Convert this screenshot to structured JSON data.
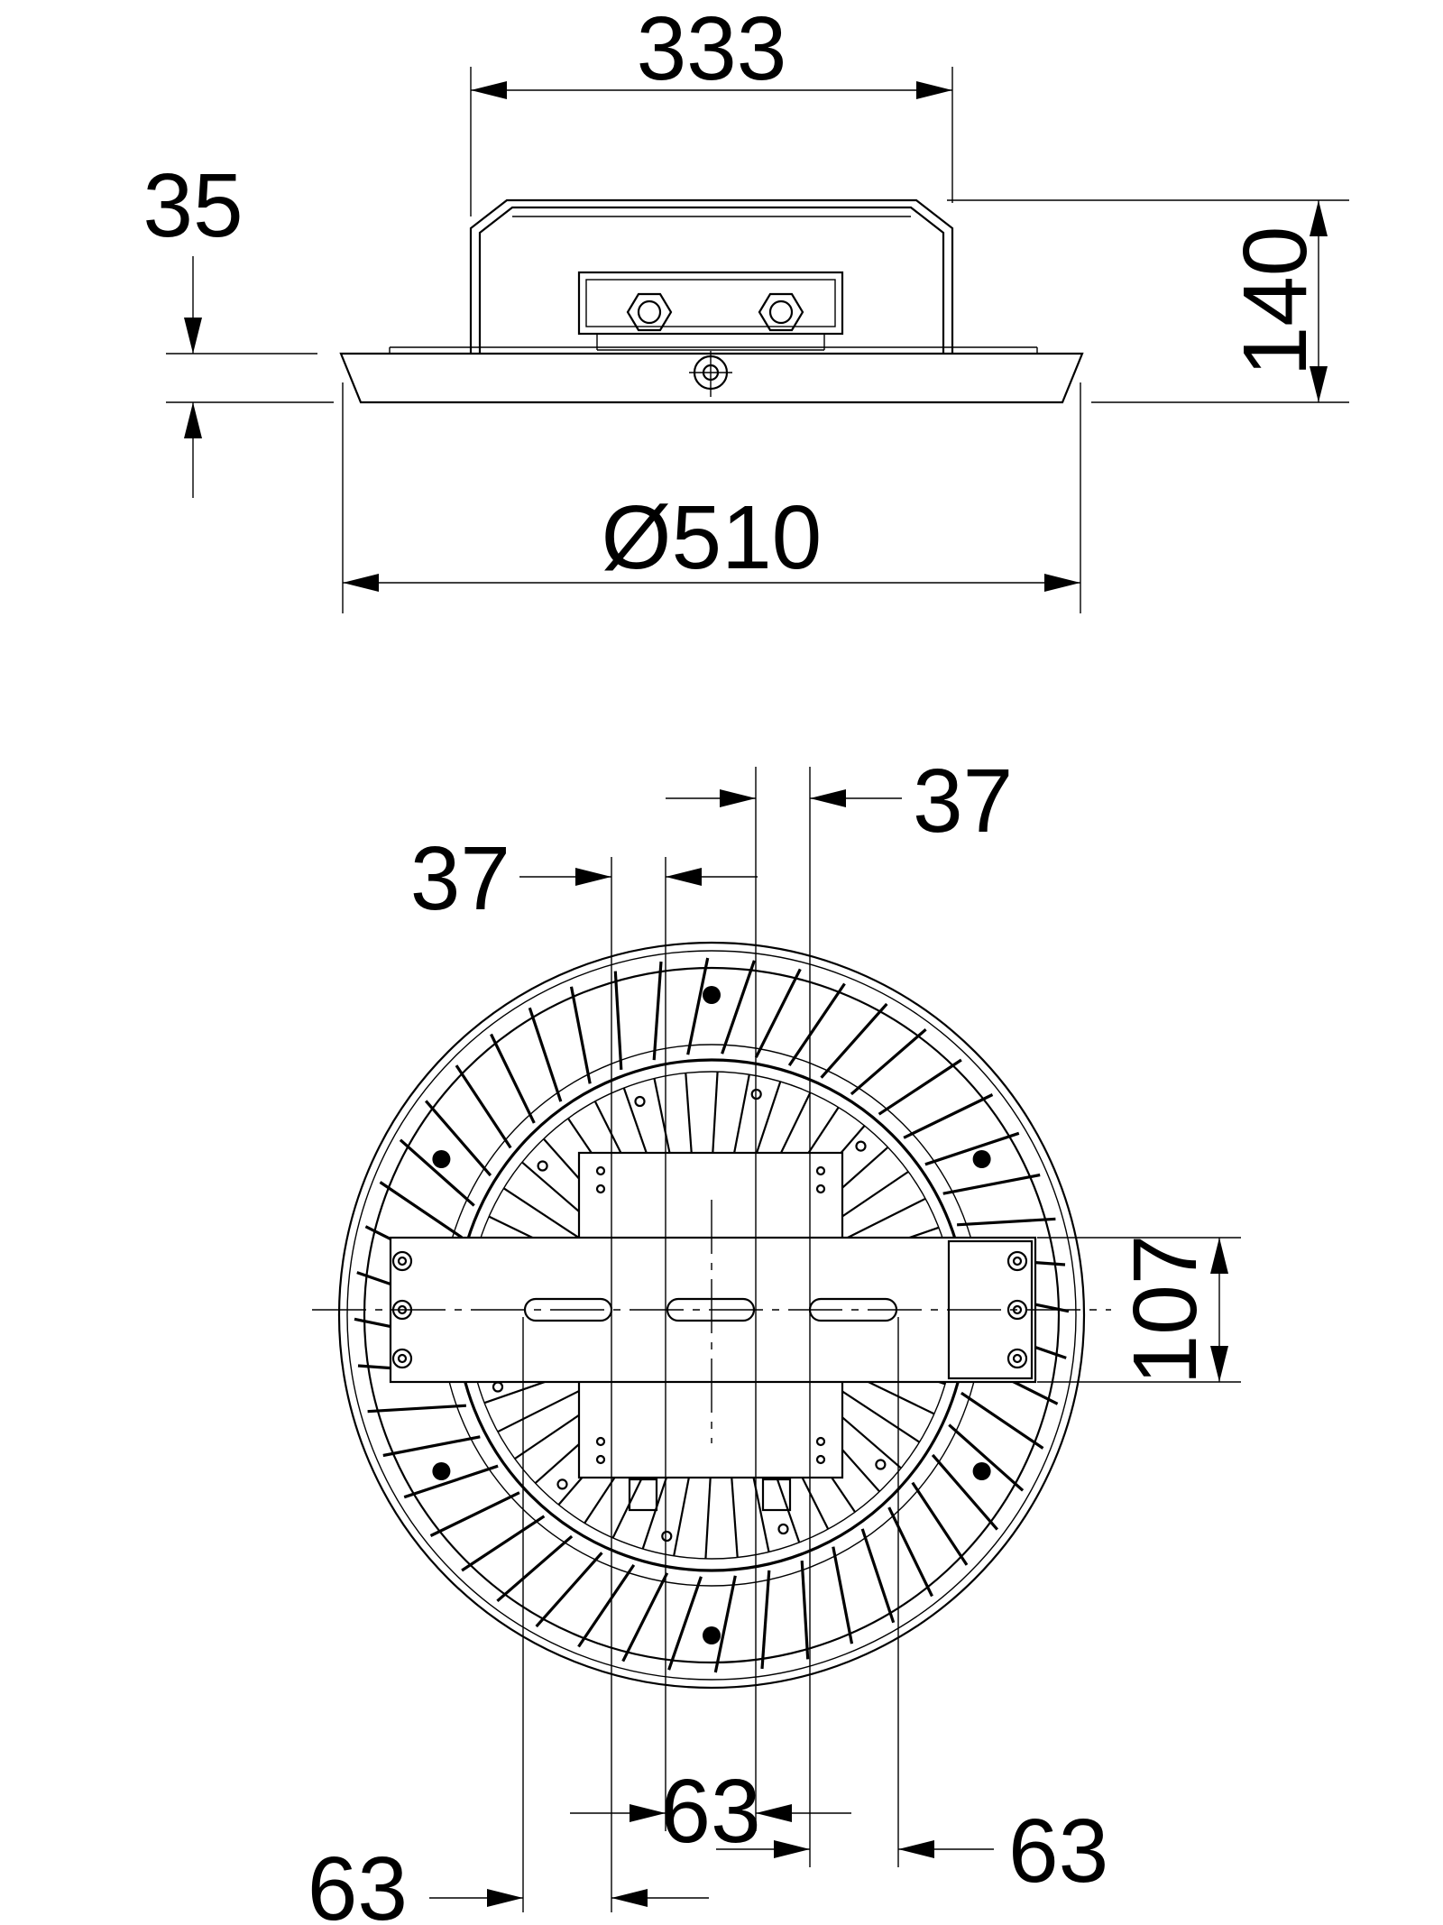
{
  "dimensions": {
    "top_width": "333",
    "bracket_height": "35",
    "total_height": "140",
    "diameter": "Ø510",
    "slot_spacing_left": "37",
    "slot_spacing_right": "37",
    "bracket_width": "107",
    "slot_pitch_center": "63",
    "slot_pitch_right": "63",
    "slot_pitch_left": "63"
  },
  "colors": {
    "line": "#000000",
    "background": "#ffffff"
  }
}
